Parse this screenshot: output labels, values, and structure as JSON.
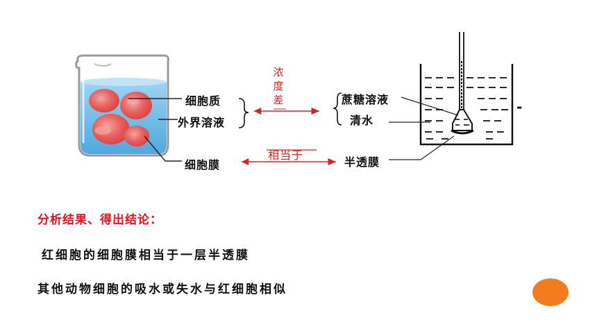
{
  "beaker_labels": {
    "cytoplasm": "细胞质",
    "external_solution": "外界溶液",
    "cell_membrane": "细胞膜"
  },
  "middle": {
    "concentration_diff": "浓度差",
    "equivalent": "相当于"
  },
  "osmometer_labels": {
    "sucrose_solution": "蔗糖溶液",
    "clear_water": "清水",
    "semipermeable_membrane": "半透膜",
    "side_mark": "-"
  },
  "conclusion": {
    "heading": "分析结果、得出结论：",
    "line1": "红细胞的细胞膜相当于一层半透膜",
    "line2": "其他动物细胞的吸水或失水与红细胞相似"
  },
  "colors": {
    "accent_red": "#e8101a",
    "water_blue": "#5ab4e6",
    "cell_red": "#e85a5a",
    "orange_dot": "#f47b20"
  }
}
